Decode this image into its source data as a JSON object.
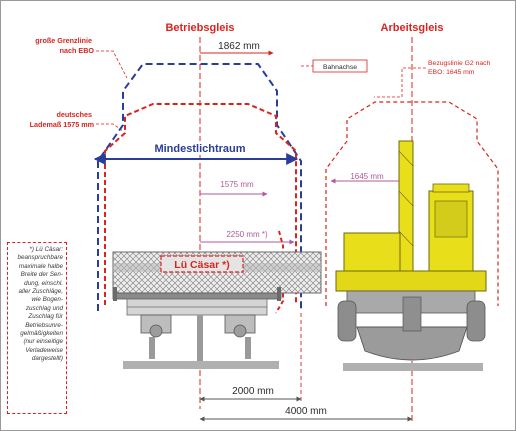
{
  "colors": {
    "red": "#d9241f",
    "blue": "#2a3d9a",
    "purple": "#b05a9a",
    "yellow": "#e8df1a",
    "gray": "#9a9a9a"
  },
  "headings": {
    "left_track": "Betriebsgleis",
    "right_track": "Arbeitsgleis"
  },
  "labels": {
    "grenzlinie": [
      "große Grenzlinie",
      "nach EBO"
    ],
    "lademass": [
      "deutsches",
      "Lademaß 1575 mm"
    ],
    "mindestlichtraum": "Mindestlichtraum",
    "lu_casar": "Lü Cäsar *)",
    "bahnachse": "Bahnachse",
    "bezugslinie": [
      "Bezugslinie G2 nach",
      "EBO: 1645 mm"
    ]
  },
  "dimensions": {
    "d1862": "1862 mm",
    "d1575": "1575 mm",
    "d2250": "2250 mm *)",
    "d1645": "1645 mm",
    "d2000": "2000 mm",
    "d4000": "4000 mm"
  },
  "footnote": "*) Lü Cäsar:\nbeanspruchbare\nmaximale halbe\nBreite der Sen-\ndung, einschl.\naller Zuschläge,\nwie Bogen-\nzuschlag und\nZuschlag für\nBetriebsunre-\ngelmäßigkeiten\n(nur einseitige\nVerladeweise\ndargestellt)"
}
